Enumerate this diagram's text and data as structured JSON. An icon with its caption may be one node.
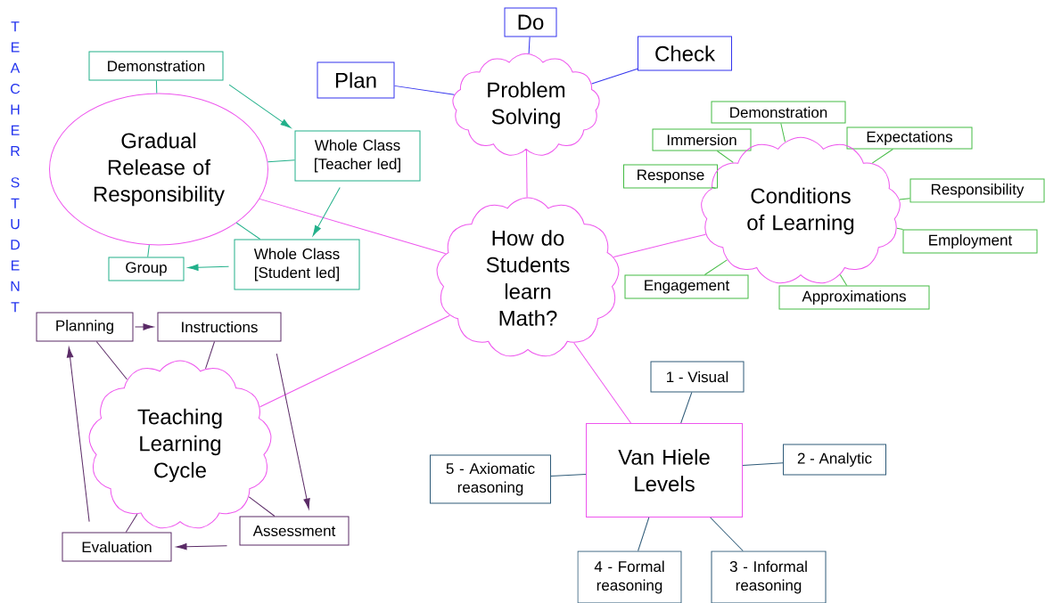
{
  "diagram": {
    "nodes": [
      {
        "text": [
          "Do"
        ]
      },
      {
        "text": [
          "Check"
        ]
      },
      {
        "text": [
          "Plan"
        ]
      },
      {
        "text": [
          "Problem Solving"
        ]
      },
      {
        "text": [
          "Demonstration"
        ]
      },
      {
        "text": [
          "Gradual Release of Responsibility"
        ]
      },
      {
        "text": [
          "Whole Class [Teacher led]"
        ]
      },
      {
        "text": [
          "Whole Class [Student led]"
        ]
      },
      {
        "text": [
          "Group"
        ]
      },
      {
        "text": [
          "How do Students learn Math?"
        ]
      },
      {
        "text": [
          "Demonstration"
        ]
      },
      {
        "text": [
          "Immersion"
        ]
      },
      {
        "text": [
          "Expectations"
        ]
      },
      {
        "text": [
          "Response"
        ]
      },
      {
        "text": [
          "Conditions of Learning"
        ]
      },
      {
        "text": [
          "Responsibility"
        ]
      },
      {
        "text": [
          "Employment"
        ]
      },
      {
        "text": [
          "Engagement"
        ]
      },
      {
        "text": [
          "Approximations"
        ]
      },
      {
        "text": [
          "Planning"
        ]
      },
      {
        "text": [
          "Instructions"
        ]
      },
      {
        "text": [
          "Teaching Learning Cycle"
        ]
      },
      {
        "text": [
          "Assessment"
        ]
      },
      {
        "text": [
          "Evaluation"
        ]
      },
      {
        "text": [
          "1 - Visual"
        ]
      },
      {
        "text": [
          "Van Hiele Levels"
        ]
      },
      {
        "text": [
          "2 - Analytic"
        ]
      },
      {
        "text": [
          "5 - Axiomatic reasoning"
        ]
      },
      {
        "text": [
          "4 - Formal reasoning"
        ]
      },
      {
        "text": [
          "3 - Informal reasoning"
        ]
      }
    ],
    "edges": [
      {
        "from": 9,
        "to": 3,
        "arrow": "none",
        "color": "#ee55ee"
      },
      {
        "from": 9,
        "to": 5,
        "arrow": "none",
        "color": "#ee55ee"
      },
      {
        "from": 9,
        "to": 14,
        "arrow": "none",
        "color": "#ee55ee"
      },
      {
        "from": 9,
        "to": 21,
        "arrow": "none",
        "color": "#ee55ee"
      },
      {
        "from": 9,
        "to": 25,
        "arrow": "none",
        "color": "#ee55ee"
      },
      {
        "from": 3,
        "to": 0,
        "arrow": "none",
        "color": "#3333ee"
      },
      {
        "from": 3,
        "to": 1,
        "arrow": "none",
        "color": "#3333ee"
      },
      {
        "from": 3,
        "to": 2,
        "arrow": "none",
        "color": "#3333ee"
      },
      {
        "from": 4,
        "to": 5,
        "arrow": "none",
        "color": "#22b08a"
      },
      {
        "from": 4,
        "to": 6,
        "arrow": "to",
        "color": "#22b08a"
      },
      {
        "from": 6,
        "to": 5,
        "arrow": "none",
        "color": "#22b08a"
      },
      {
        "from": 6,
        "to": 7,
        "arrow": "to",
        "color": "#22b08a"
      },
      {
        "from": 7,
        "to": 5,
        "arrow": "none",
        "color": "#22b08a"
      },
      {
        "from": 7,
        "to": 8,
        "arrow": "to",
        "color": "#22b08a"
      },
      {
        "from": 8,
        "to": 5,
        "arrow": "none",
        "color": "#22b08a"
      },
      {
        "from": 14,
        "to": 10,
        "arrow": "none"
      },
      {
        "from": 14,
        "to": 11,
        "arrow": "none"
      },
      {
        "from": 14,
        "to": 12,
        "arrow": "none"
      },
      {
        "from": 14,
        "to": 13,
        "arrow": "none"
      },
      {
        "from": 14,
        "to": 15,
        "arrow": "none"
      },
      {
        "from": 14,
        "to": 16,
        "arrow": "none"
      },
      {
        "from": 14,
        "to": 17,
        "arrow": "none"
      },
      {
        "from": 14,
        "to": 18,
        "arrow": "none"
      },
      {
        "from": 19,
        "to": 20,
        "arrow": "to",
        "color": "#5a2a66"
      },
      {
        "from": 20,
        "to": 22,
        "arrow": "to",
        "color": "#5a2a66"
      },
      {
        "from": 22,
        "to": 23,
        "arrow": "to",
        "color": "#5a2a66"
      },
      {
        "from": 23,
        "to": 19,
        "arrow": "to",
        "color": "#5a2a66"
      },
      {
        "from": 21,
        "to": 19,
        "arrow": "none",
        "color": "#5a2a66"
      },
      {
        "from": 21,
        "to": 20,
        "arrow": "none",
        "color": "#5a2a66"
      },
      {
        "from": 21,
        "to": 22,
        "arrow": "none",
        "color": "#5a2a66"
      },
      {
        "from": 21,
        "to": 23,
        "arrow": "none",
        "color": "#5a2a66"
      },
      {
        "from": 25,
        "to": 24,
        "arrow": "none",
        "color": "#2e5a78"
      },
      {
        "from": 25,
        "to": 26,
        "arrow": "none",
        "color": "#2e5a78"
      },
      {
        "from": 25,
        "to": 27,
        "arrow": "none",
        "color": "#2e5a78"
      },
      {
        "from": 25,
        "to": 28,
        "arrow": "none",
        "color": "#2e5a78"
      },
      {
        "from": 25,
        "to": 29,
        "arrow": "none",
        "color": "#2e5a78"
      }
    ],
    "labels": [
      "TEACHER",
      "STUDENT"
    ]
  }
}
